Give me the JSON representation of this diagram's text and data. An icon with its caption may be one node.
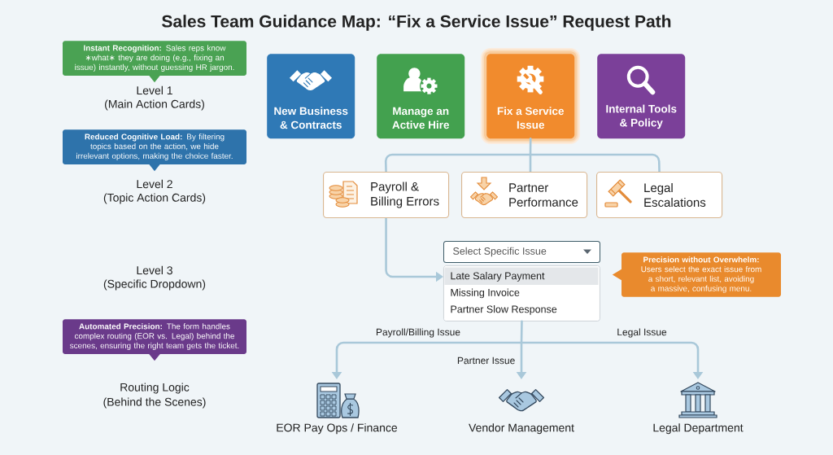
{
  "diagram": {
    "title": "Sales Team Guidance Map: “Fix a Service Issue” Request Path",
    "nodes": [
      {
        "text": [
          "**Instant Recognition:** Sales reps know ∗what∗ they are doing (e.g., fixing an issue) instantly, without guessing HR jargon."
        ]
      },
      {
        "text": [
          "New Business & Contracts"
        ]
      },
      {
        "text": [
          "Manage an Active Hire"
        ]
      },
      {
        "text": [
          "Fix a Service Issue"
        ]
      },
      {
        "text": [
          "Internal Tools & Policy"
        ]
      },
      {
        "text": [
          "**Reduced Cognitive Load:** By filtering topics based on the action, we hide irrelevant options, making the choice faster."
        ]
      },
      {
        "text": [
          "Payroll & Billing Errors"
        ]
      },
      {
        "text": [
          "Partner Performance"
        ]
      },
      {
        "text": [
          "Legal Escalations"
        ]
      },
      {
        "text": [
          "Select Specific Issue"
        ]
      },
      {
        "text": [
          "Precision without Overwhelm:",
          "Users select the exact issue from a short, relevant list, avoiding a massive, confusing menu."
        ]
      },
      {
        "text": [
          "Late Salary Payment",
          "Missing Invoice",
          "Partner Slow Response"
        ]
      },
      {
        "text": [
          "**Automated Precision:** The form handles complex routing (EOR vs. Legal) behind the scenes, ensuring the right team gets the ticket."
        ]
      },
      {
        "text": [
          "EOR Pay Ops / Finance"
        ]
      },
      {
        "text": [
          "Vendor Management"
        ]
      },
      {
        "text": [
          "Legal Department"
        ]
      }
    ],
    "edges": [
      {
        "from": 3,
        "to": 6,
        "arrow": "none"
      },
      {
        "from": 3,
        "to": 7,
        "arrow": "none"
      },
      {
        "from": 3,
        "to": 8,
        "arrow": "none"
      },
      {
        "from": 6,
        "to": 11,
        "arrow": "to"
      },
      {
        "from": 11,
        "to": 13,
        "arrow": "to",
        "label": "Payroll/Billing Issue"
      },
      {
        "from": 11,
        "to": 14,
        "arrow": "to",
        "label": "Partner Issue"
      },
      {
        "from": 11,
        "to": 15,
        "arrow": "to",
        "label": "Legal Issue"
      }
    ],
    "labels": [
      "Level 1",
      "(Main Action Cards)",
      "Level 2",
      "(Topic Action Cards)",
      "Level 3",
      "(Specific Dropdown)",
      "Routing Logic",
      "(Behind the Scenes)"
    ]
  }
}
